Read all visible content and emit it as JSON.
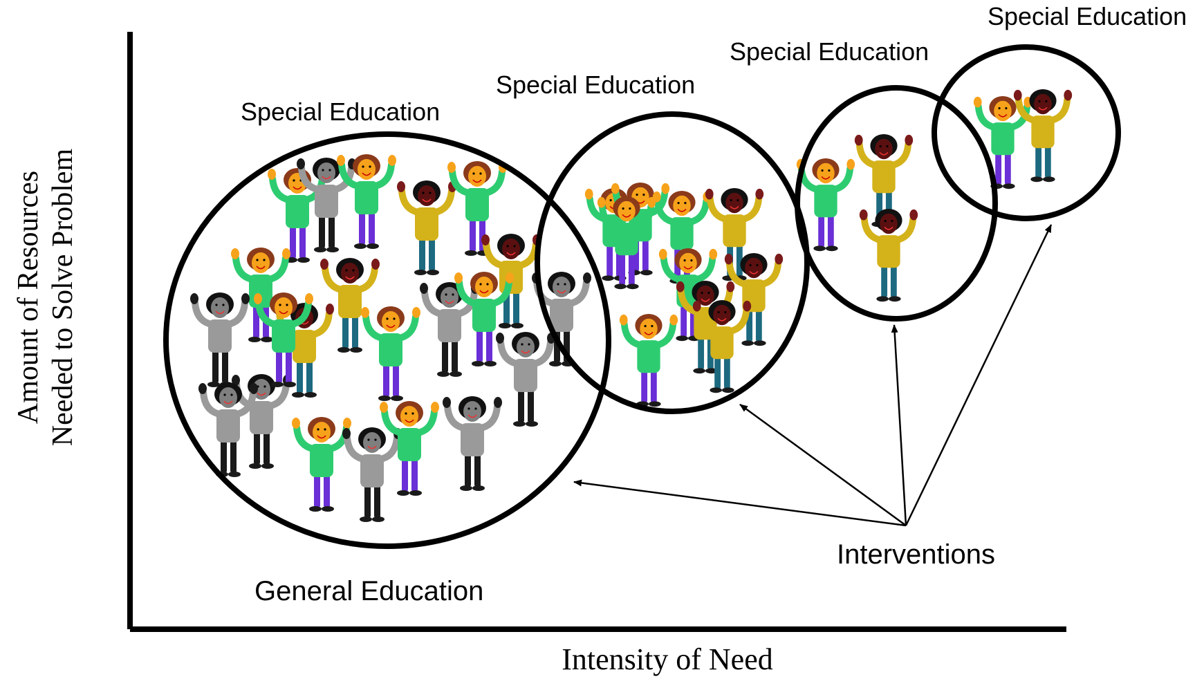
{
  "axes": {
    "x_label": "Intensity of Need",
    "y_label_line1": "Amount of Resources",
    "y_label_line2": "Needed to Solve Problem"
  },
  "labels": {
    "circle1_top": "Special Education",
    "circle2_top": "Special Education",
    "circle3_top": "Special Education",
    "circle4_top": "Special Education",
    "circle1_bottom": "General Education",
    "interventions": "Interventions"
  },
  "colors": {
    "green": "#2ecc71",
    "gold": "#d4b21a",
    "gray": "#9a9a9a",
    "purple": "#6a2fd6",
    "teal": "#1d6a80",
    "dark": "#1a1a1a",
    "hair_brown": "#8b3a1a",
    "hair_black": "#111111",
    "skin": "#f7a21b",
    "hand_maroon": "#7a1a1a",
    "face_dark": "#5a1010",
    "face_gray": "#7f7f7f"
  },
  "people_counts": {
    "circle1": 22,
    "circle2": 10,
    "circle3": 3,
    "circle4": 2
  }
}
